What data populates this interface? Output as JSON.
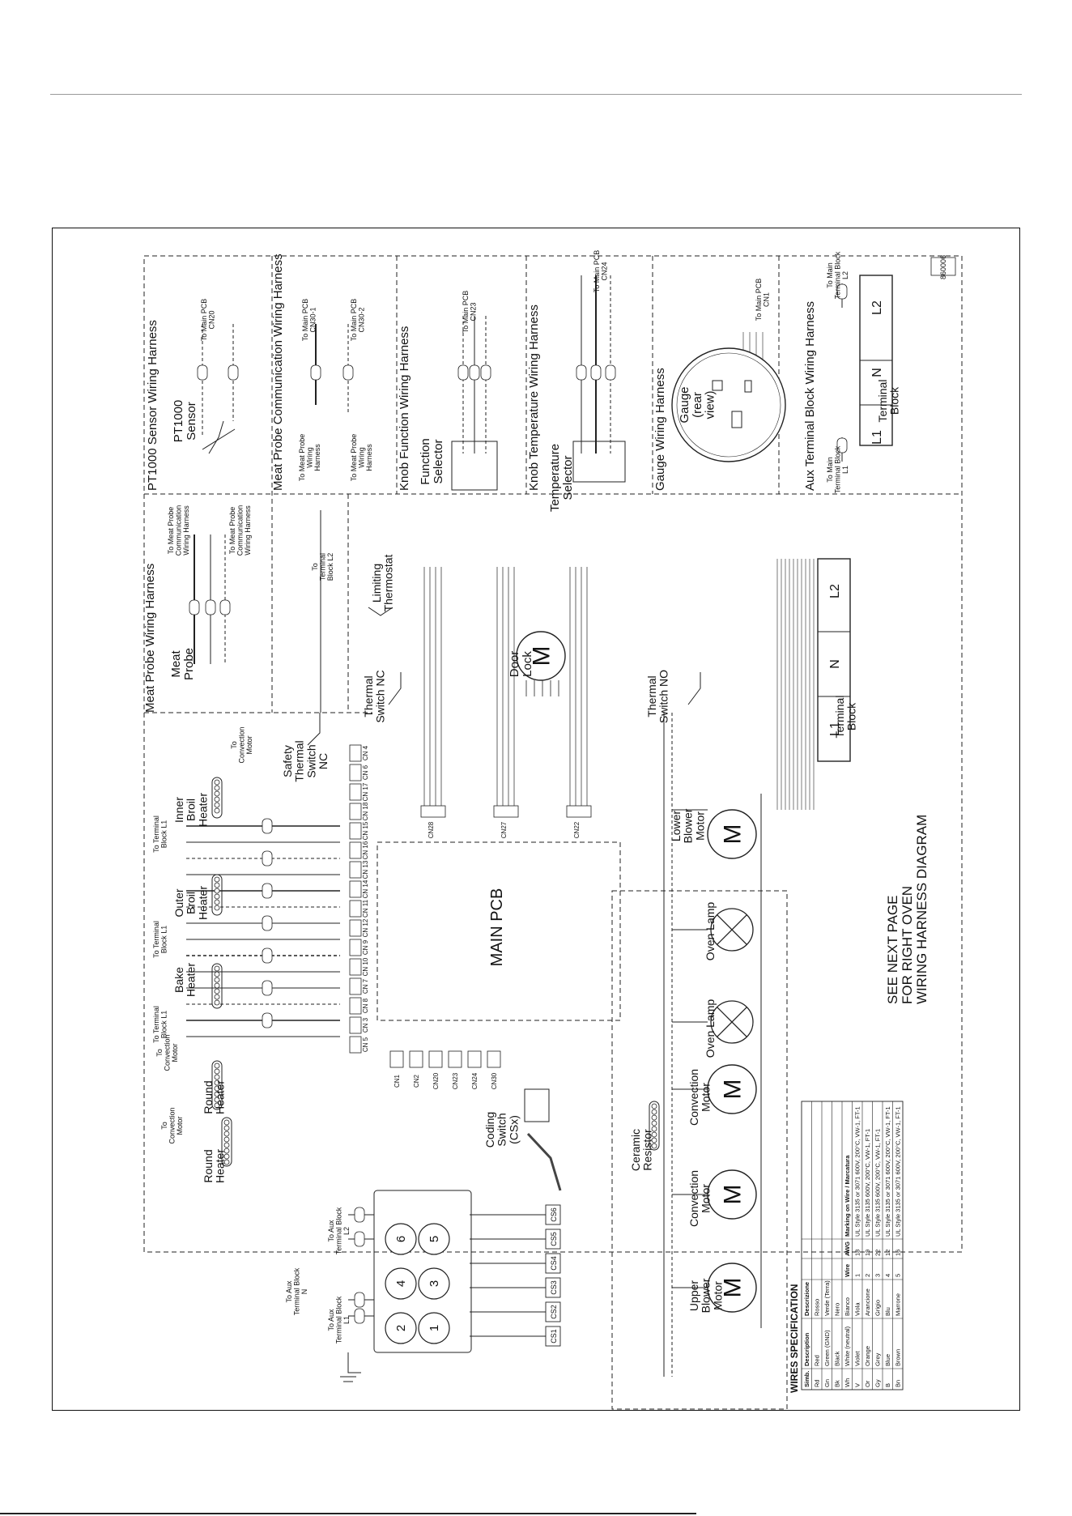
{
  "doc_code": "860006",
  "sections": {
    "pt1000": "PT1000 Sensor Wiring Harness",
    "meat_probe_comm": "Meat Probe Communication Wiring Harness",
    "knob_function": "Knob Function Wiring Harness",
    "knob_temperature": "Knob Temperature Wiring Harness",
    "gauge": "Gauge Wiring Harness",
    "aux_terminal": "Aux Terminal Block Wiring Harness",
    "meat_probe": "Meat Probe Wiring Harness"
  },
  "components": {
    "pt1000_sensor": "PT1000 Sensor",
    "function_selector": "Function Selector",
    "temperature_selector": "Temperature Selector",
    "gauge": "Gauge (rear view)",
    "meat_probe": "Meat Probe",
    "safety_thermal_switch": "Safety Thermal Switch NC",
    "thermal_switch_nc": "Thermal Switch NC",
    "limiting_thermostat": "Limiting Thermostat",
    "door_lock": "Door Lock",
    "thermal_switch_no": "Thermal Switch NO",
    "inner_broil_heater": "Inner Broil Heater",
    "outer_broil_heater": "Outer Broil Heater",
    "bake_heater": "Bake Heater",
    "round_heater_1": "Round Heater",
    "round_heater_2": "Round Heater",
    "main_pcb": "MAIN PCB",
    "coding_switch": "Coding Switch (CSx)",
    "ceramic_resistor": "Ceramic Resistor",
    "lower_blower_motor": "Lower Blower Motor",
    "oven_lamp_1": "Oven Lamp",
    "oven_lamp_2": "Oven Lamp",
    "convection_motor_1": "Convection Motor",
    "convection_motor_2": "Convection Motor",
    "upper_blower_motor": "Upper Blower Motor",
    "terminal_block_main": "Terminal Block",
    "terminal_block_aux": "Terminal Block",
    "motor_symbol": "M"
  },
  "terminals": {
    "l1": "L1",
    "n": "N",
    "l2": "L2"
  },
  "references": {
    "to_main_pcb_cn20": "To Main PCB CN20",
    "to_main_pcb_cn30_1": "To Main PCB CN30-1",
    "to_main_pcb_cn30_2": "To Main PCB CN30-2",
    "to_main_pcb_cn23": "To Main PCB CN23",
    "to_main_pcb_cn24": "To Main PCB CN24",
    "to_main_pcb_cn1": "To Main PCB CN1",
    "to_main_terminal_block_l2": "To Main Terminal Block L2",
    "to_main_terminal_block_l1": "To Main Terminal Block L1",
    "to_meat_probe_wiring": "To Meat Probe Wiring Harness",
    "to_meat_probe_comm_1": "To Meat Probe Communication Wiring Harness",
    "to_meat_probe_comm_2": "To Meat Probe Communication Wiring Harness",
    "to_terminal_block_l2": "To Terminal Block L2",
    "to_terminal_block_l1_a": "To Terminal Block L1",
    "to_terminal_block_l1_b": "To Terminal Block L1",
    "to_terminal_block_l1_c": "To Terminal Block L1",
    "to_convection_motor_a": "To Convection Motor",
    "to_convection_motor_b": "To Convection Motor",
    "to_convection_motor_c": "To Convection Motor",
    "to_aux_terminal_l2": "To Aux Terminal Block L2",
    "to_aux_terminal_n": "To Aux Terminal Block N",
    "to_aux_terminal_l1": "To Aux Terminal Block L1"
  },
  "pcb_connectors_top": [
    "CN 5",
    "CN 3",
    "CN 8",
    "CN 7",
    "CN 10",
    "CN 9",
    "CN 12",
    "CN 11",
    "CN 14",
    "CN 13",
    "CN 16",
    "CN 15",
    "CN 18",
    "CN 17",
    "CN 6",
    "CN 4"
  ],
  "pcb_connectors_side": [
    "CN1",
    "CN2",
    "CN20",
    "CN23",
    "CN24",
    "CN30"
  ],
  "pcb_connectors_right": [
    "CN28",
    "CN27",
    "CN22"
  ],
  "coding_pads": [
    "CS1",
    "CS2",
    "CS3",
    "CS4",
    "CS5",
    "CS6"
  ],
  "coding_numbers": [
    "1",
    "2",
    "3",
    "4",
    "5",
    "6"
  ],
  "wires_spec": {
    "title": "WIRES SPECIFICATION",
    "color_headers": [
      "Simb.",
      "Description",
      "Descrizione"
    ],
    "colors": [
      [
        "Rd",
        "Red",
        "Rosso"
      ],
      [
        "Gn",
        "Green (GND)",
        "Verde (Terra)"
      ],
      [
        "Bk",
        "Black",
        "Nero"
      ],
      [
        "Wh",
        "White (neutral)",
        "Bianco"
      ],
      [
        "V",
        "Violet",
        "Viola"
      ],
      [
        "Or",
        "Orange",
        "Arancione"
      ],
      [
        "Gy",
        "Grey",
        "Grigio"
      ],
      [
        "B",
        "Blue",
        "Blu"
      ],
      [
        "Bn",
        "Brown",
        "Marrone"
      ]
    ],
    "wire_headers": [
      "Wire",
      "AWG",
      "Marking on Wire / Marcatura"
    ],
    "wires": [
      [
        "1",
        "18",
        "UL Style 3135 or 3071 600V, 200°C, VW-1, FT-1"
      ],
      [
        "2",
        "19",
        "UL Style 3135 600V, 200°C, VW-1, FT-1"
      ],
      [
        "3",
        "22",
        "UL Style 3135 600V, 200°C, VW-1, FT-1"
      ],
      [
        "4",
        "12",
        "UL Style 3135 or 3071 600V, 200°C, VW-1, FT-1"
      ],
      [
        "5",
        "16",
        "UL Style 3135 or 3071 600V, 200°C, VW-1, FT-1"
      ]
    ]
  },
  "note": [
    "SEE NEXT PAGE",
    "FOR RIGHT OVEN",
    "WIRING HARNESS DIAGRAM"
  ]
}
